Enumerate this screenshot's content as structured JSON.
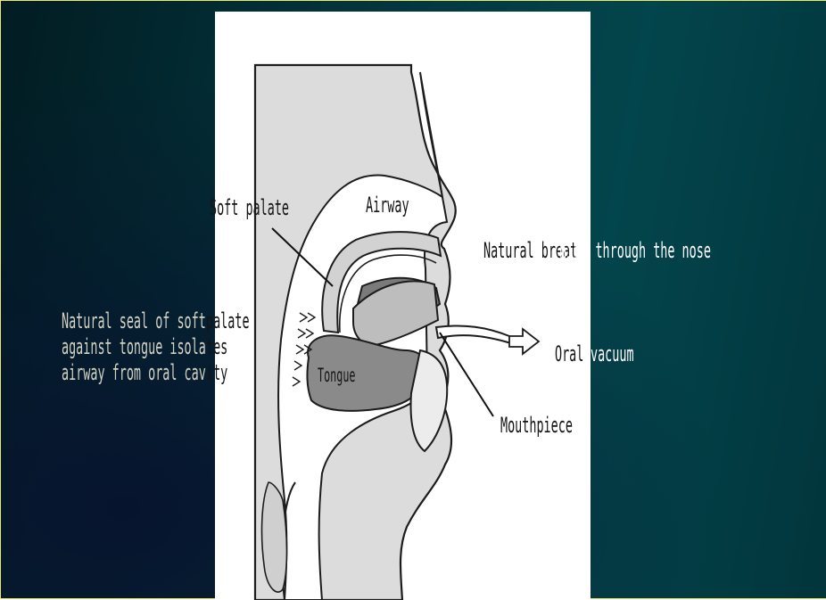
{
  "colors": {
    "background": "#03454c",
    "border": "#e8e86a",
    "panel": "#ffffff"
  },
  "labels": {
    "soft_palate": "Soft palate",
    "airway": "Airway",
    "natural_breathing": {
      "on_panel": "Natural breat",
      "off_panel": "hing through the nose"
    },
    "natural_seal": {
      "line1": {
        "off_panel": "Natural seal of soft",
        "on_panel": " palate"
      },
      "line2": {
        "off_panel": "against tongue isola",
        "on_panel": "tes"
      },
      "line3": {
        "off_panel": "airway from oral cav",
        "on_panel": "ity"
      }
    },
    "tongue": "Tongue",
    "oral_vacuum": {
      "on_panel": "Oral ",
      "off_panel": "vacuum"
    },
    "mouthpiece": {
      "on_panel": "Mouthpiece"
    }
  }
}
